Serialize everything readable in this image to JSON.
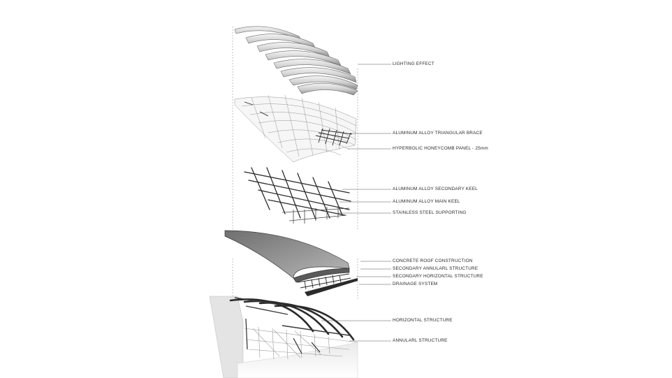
{
  "labels": {
    "lighting_effect": "LIGHTING EFFECT",
    "triangular_brace": "ALUMINUM ALLOY TRIANGULAR BRACE",
    "honeycomb_panel": "HYPERBOLIC HONEYCOMB PANEL - 25mm",
    "secondary_keel": "ALUMINUM ALLOY SECONDARY KEEL",
    "main_keel": "ALUMINUM ALLOY MAIN KEEL",
    "stainless_steel": "STAINLESS STEEL SUPPORTING",
    "concrete_roof": "CONCRETE ROOF CONSTRUCTION",
    "secondary_annular": "SECONDARY ANNULARL STRUCTURE",
    "secondary_horizontal": "SECONDARY HORIZONTAL STRUCTURE",
    "drainage": "DRAINAGE SYSTEM",
    "horizontal_structure": "HORIZONTAL STRUCTURE",
    "annular_structure": "ANNULARL STRUCTURE"
  },
  "colors": {
    "line": "#555555",
    "panel_fill": "#d9d9d9",
    "roof_fill": "#8e8e8e",
    "dark": "#2b2b2b"
  }
}
